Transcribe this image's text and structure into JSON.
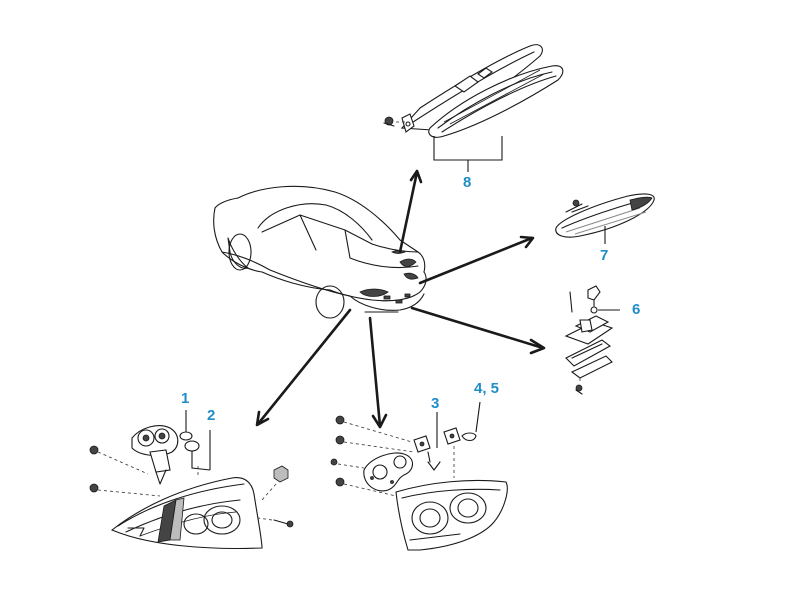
{
  "callout_color": "#1f8dc8",
  "callouts": [
    {
      "id": "c1",
      "text": "1"
    },
    {
      "id": "c2",
      "text": "2"
    },
    {
      "id": "c3",
      "text": "3"
    },
    {
      "id": "c45",
      "text": "4, 5"
    },
    {
      "id": "c6",
      "text": "6"
    },
    {
      "id": "c7",
      "text": "7"
    },
    {
      "id": "c8",
      "text": "8"
    }
  ]
}
